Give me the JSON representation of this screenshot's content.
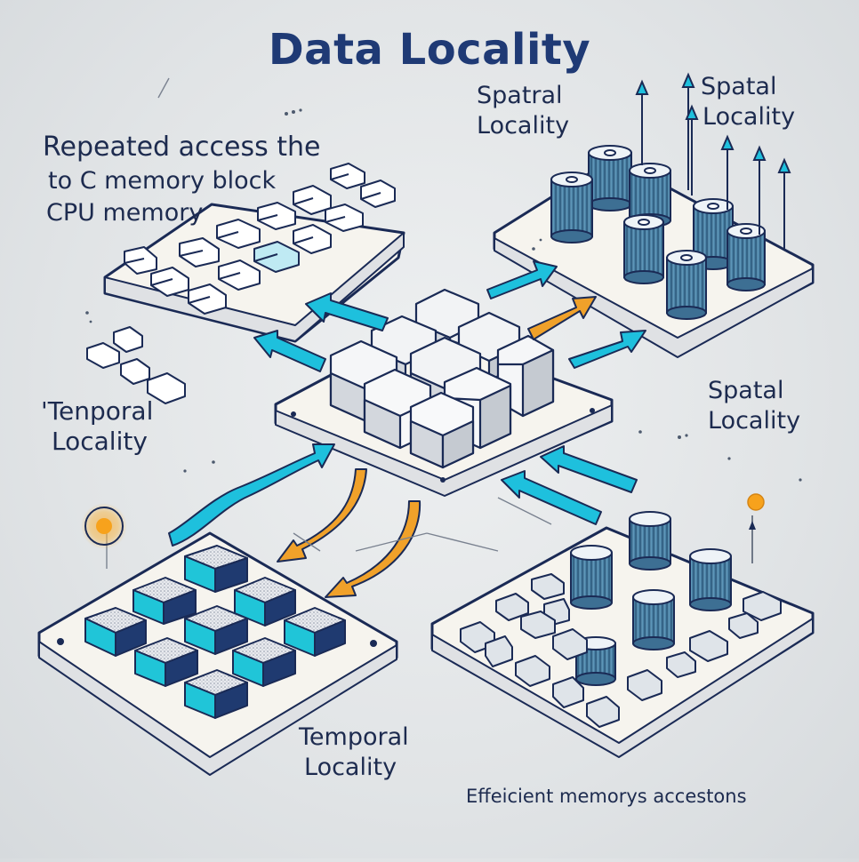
{
  "title": "Data Locality",
  "labels": {
    "repeated_line1": "Repeated access the",
    "repeated_line2": "to C memory block",
    "repeated_line3": "CPU memory",
    "spatal_top_line1": "Spatral",
    "spatal_top_line2": "Locality",
    "spatal_right_line1": "Spatal",
    "spatal_right_line2": "Locality",
    "spatal_mid_line1": "Spatal",
    "spatal_mid_line2": "Locality",
    "temporal_left_line1": "'Tenporal",
    "temporal_left_line2": "Locality",
    "temporal_bottom_line1": "Temporal",
    "temporal_bottom_line2": "Locality",
    "footer": "Effeicient memorys accestons"
  },
  "colors": {
    "title": "#1f3a75",
    "text": "#1d2b4f",
    "cyan_arrow": "#1ec0dd",
    "orange_arrow": "#f0a12a",
    "platform_fill": "#f6f4ee",
    "platform_edge": "#1a2a55",
    "cylinder": "#4f86a8",
    "cube_dark": "#1f3a70",
    "cube_teal": "#20c5d8"
  },
  "icons": [
    "cube-icon",
    "cylinder-icon",
    "arrow-icon",
    "sun-icon"
  ]
}
